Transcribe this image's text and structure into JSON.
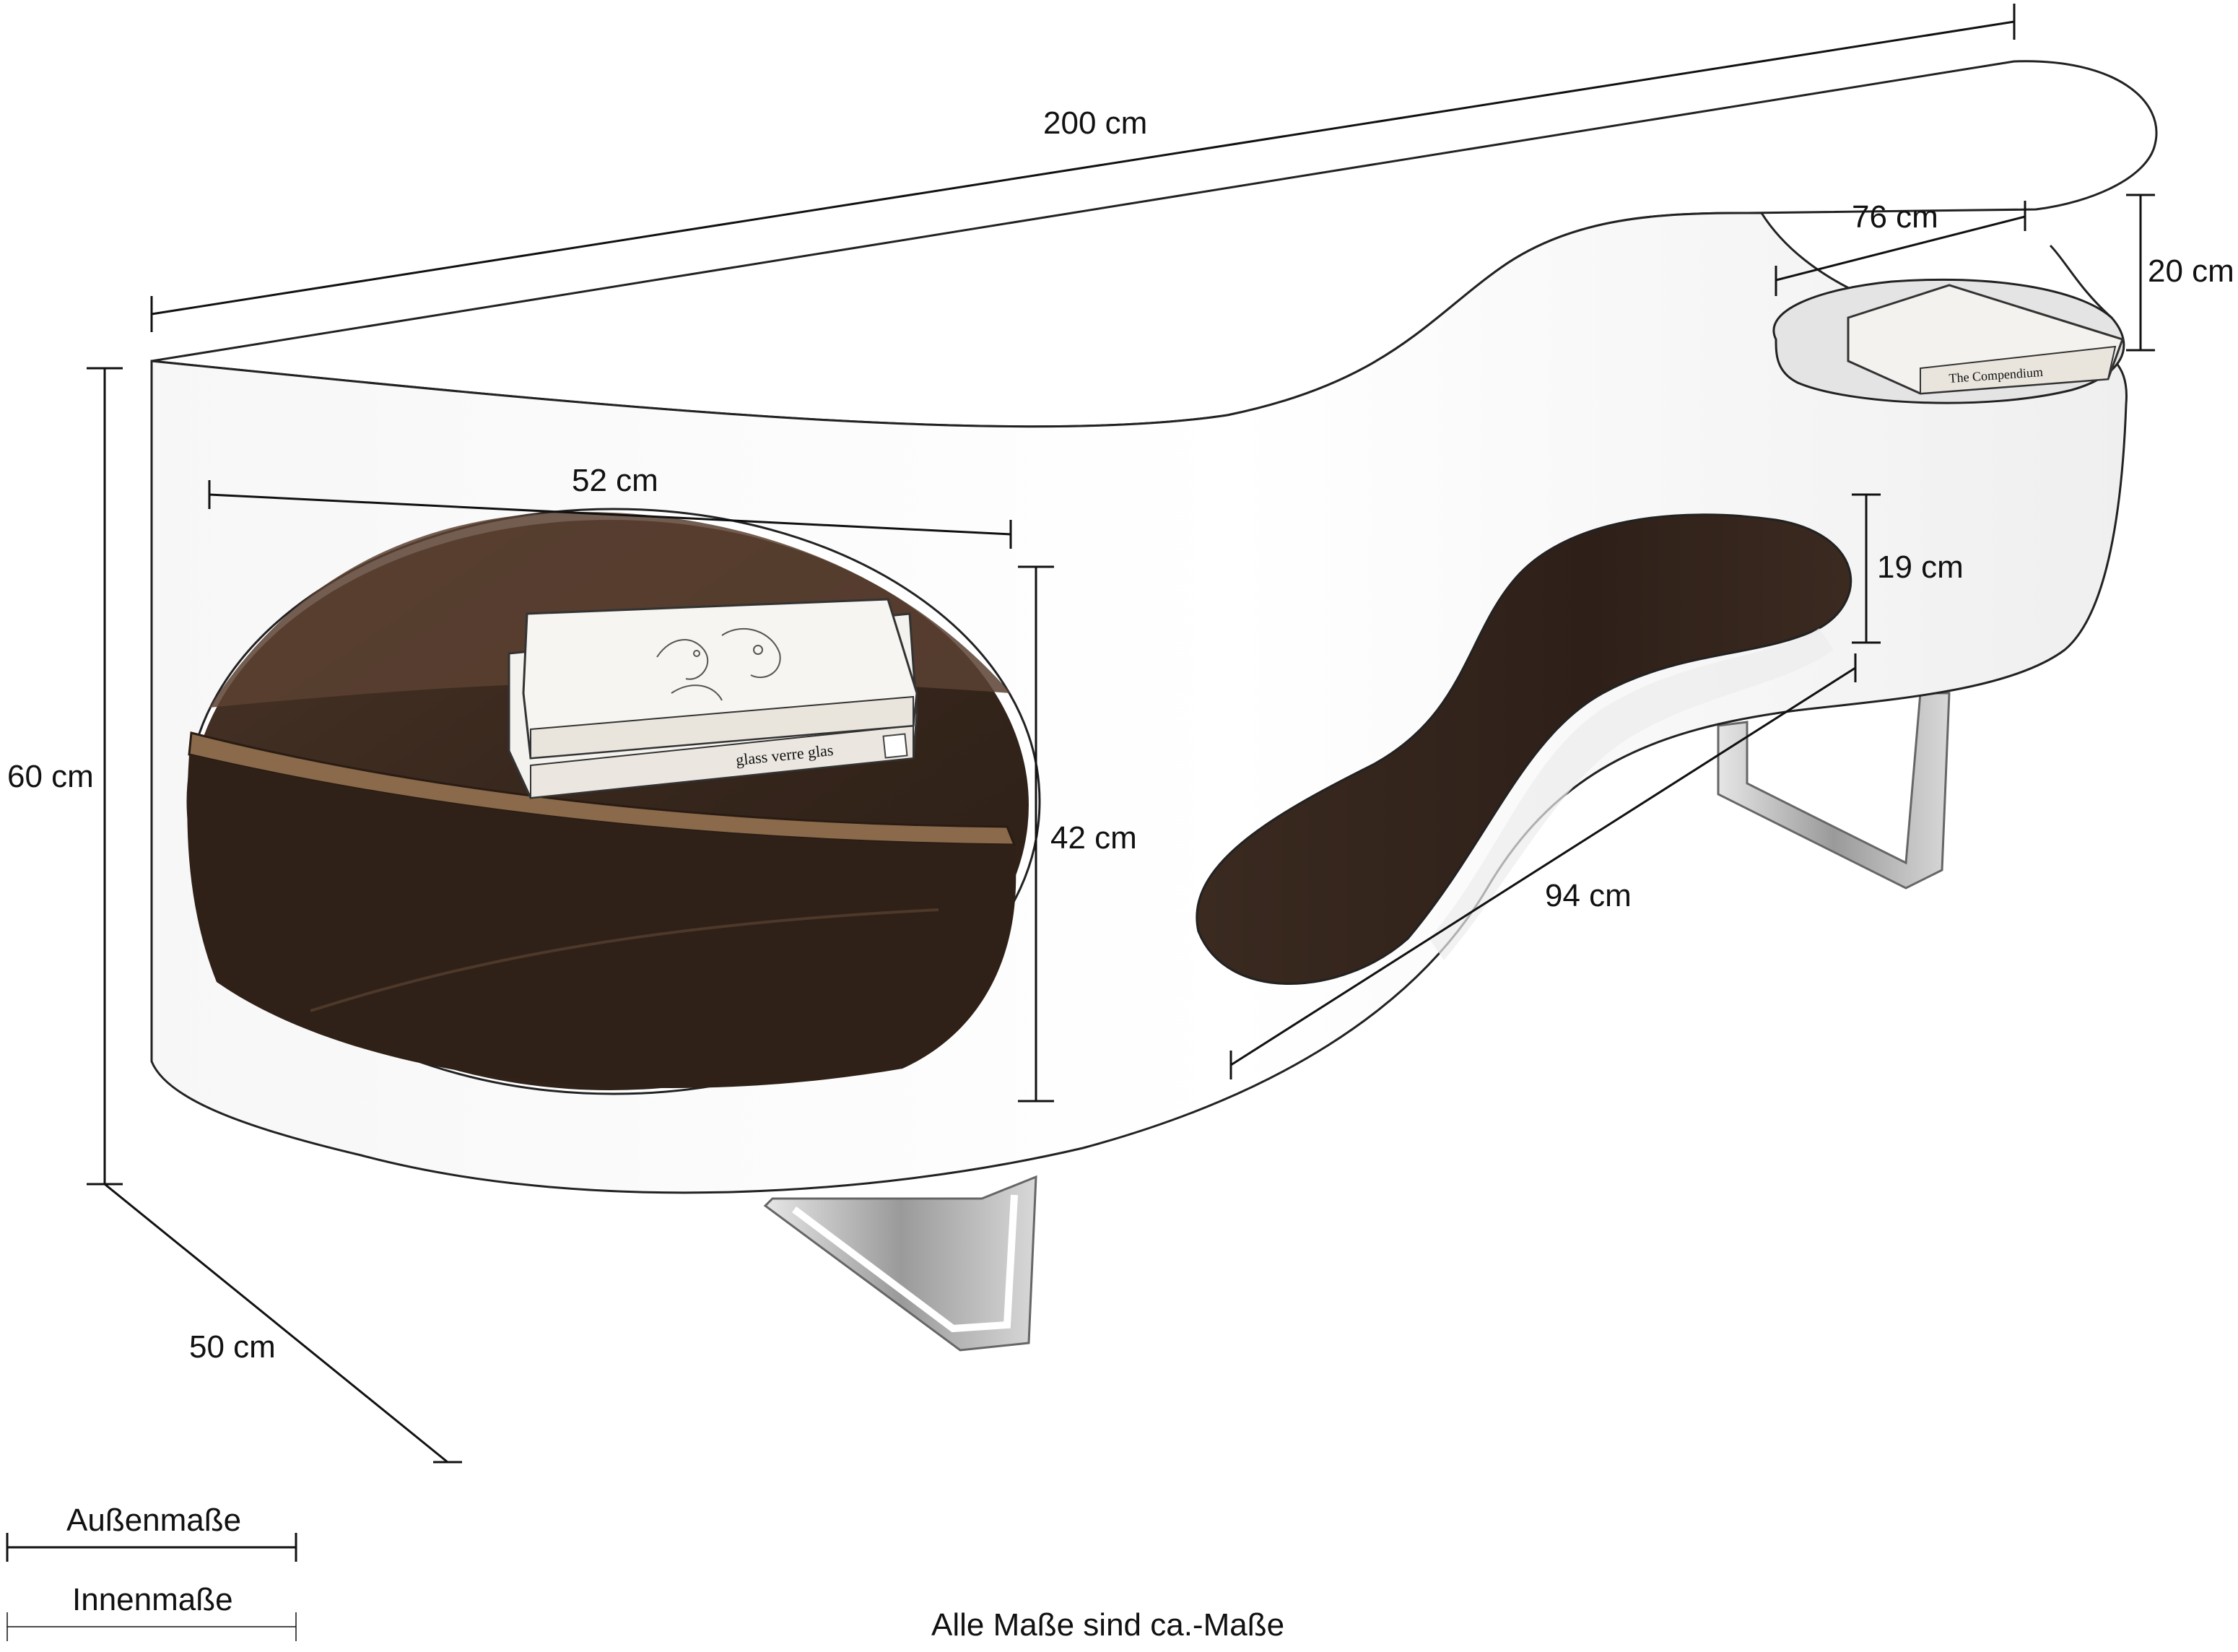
{
  "dimensions": {
    "length": "200 cm",
    "height": "60 cm",
    "depth": "50 cm",
    "left_niche_width": "52 cm",
    "left_niche_height": "42 cm",
    "right_top_niche_width": "76 cm",
    "right_top_niche_height": "20 cm",
    "center_niche_height": "19 cm",
    "center_niche_length": "94 cm"
  },
  "book_spines": {
    "book1_cover": "",
    "book2_spine": "glass verre glas",
    "book3_spine": "The Compendium"
  },
  "legend": {
    "outer": "Außenmaße",
    "inner": "Innenmaße"
  },
  "footer": {
    "note": "Alle Maße sind ca.-Maße"
  },
  "colors": {
    "body": "#ffffff",
    "outline": "#222222",
    "wood_dark": "#3b2a20",
    "wood_mid": "#5a4030",
    "wood_edge": "#8a6a4a",
    "metal": "#c8c8c8",
    "metal_dark": "#7a7a7a",
    "book_paper": "#f4f2ee"
  }
}
